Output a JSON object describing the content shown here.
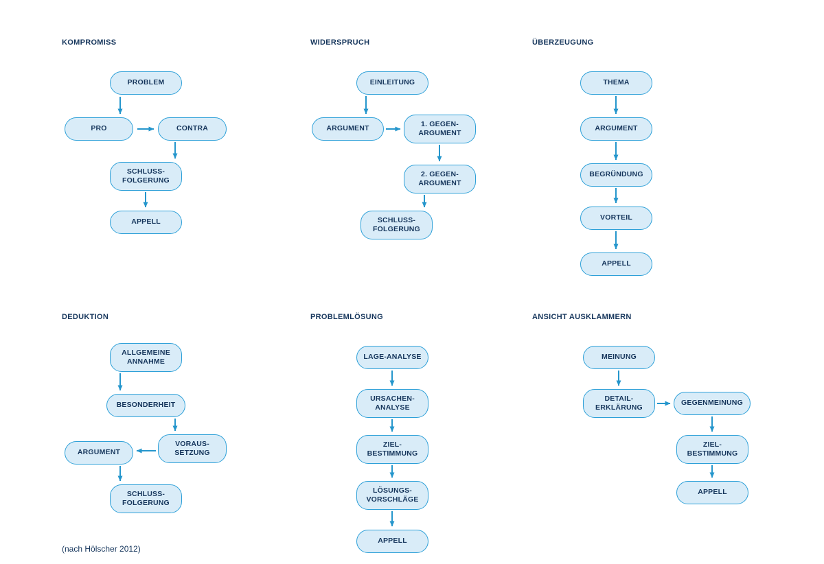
{
  "credit": "(nach Hölscher 2012)",
  "colors": {
    "box_fill": "#d9ecf8",
    "box_border": "#2da0d8",
    "arrow": "#2596cc",
    "text": "#16365c"
  },
  "charts": [
    {
      "title": "KOMPROMISS",
      "nodes": {
        "problem": "PROBLEM",
        "pro": "PRO",
        "contra": "CONTRA",
        "schluss": "SCHLUSS-\nFOLGERUNG",
        "appell": "APPELL"
      }
    },
    {
      "title": "WIDERSPRUCH",
      "nodes": {
        "einleitung": "EINLEITUNG",
        "argument": "ARGUMENT",
        "gegen1": "1. GEGEN-\nARGUMENT",
        "gegen2": "2. GEGEN-\nARGUMENT",
        "schluss": "SCHLUSS-\nFOLGERUNG"
      }
    },
    {
      "title": "ÜBERZEUGUNG",
      "nodes": {
        "thema": "THEMA",
        "argument": "ARGUMENT",
        "begruendung": "BEGRÜNDUNG",
        "vorteil": "VORTEIL",
        "appell": "APPELL"
      }
    },
    {
      "title": "DEDUKTION",
      "nodes": {
        "annahme": "ALLGEMEINE\nANNAHME",
        "besonderheit": "BESONDERHEIT",
        "voraussetzung": "VORAUS-\nSETZUNG",
        "argument": "ARGUMENT",
        "schluss": "SCHLUSS-\nFOLGERUNG"
      }
    },
    {
      "title": "PROBLEMLÖSUNG",
      "nodes": {
        "lage": "LAGE-ANALYSE",
        "ursachen": "URSACHEN-\nANALYSE",
        "ziel": "ZIEL-\nBESTIMMUNG",
        "loesungen": "LÖSUNGS-\nVORSCHLÄGE",
        "appell": "APPELL"
      }
    },
    {
      "title": "ANSICHT AUSKLAMMERN",
      "nodes": {
        "meinung": "MEINUNG",
        "detail": "DETAIL-\nERKLÄRUNG",
        "gegenmeinung": "GEGENMEINUNG",
        "ziel": "ZIEL-\nBESTIMMUNG",
        "appell": "APPELL"
      }
    }
  ]
}
